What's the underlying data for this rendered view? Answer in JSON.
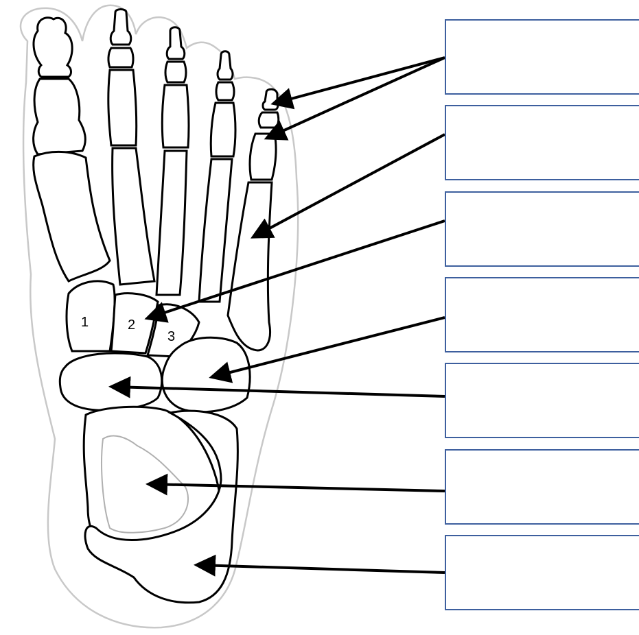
{
  "diagram": {
    "type": "foot-skeleton-labeling-worksheet",
    "bone_numbers": [
      "1",
      "2",
      "3"
    ],
    "label_boxes": [
      {
        "text": ""
      },
      {
        "text": ""
      },
      {
        "text": ""
      },
      {
        "text": ""
      },
      {
        "text": ""
      },
      {
        "text": ""
      },
      {
        "text": ""
      }
    ],
    "colors": {
      "box_border": "#3d5f9e",
      "bone_outline": "#000000",
      "skin_outline": "#c8c8c8",
      "arrow": "#000000"
    }
  }
}
